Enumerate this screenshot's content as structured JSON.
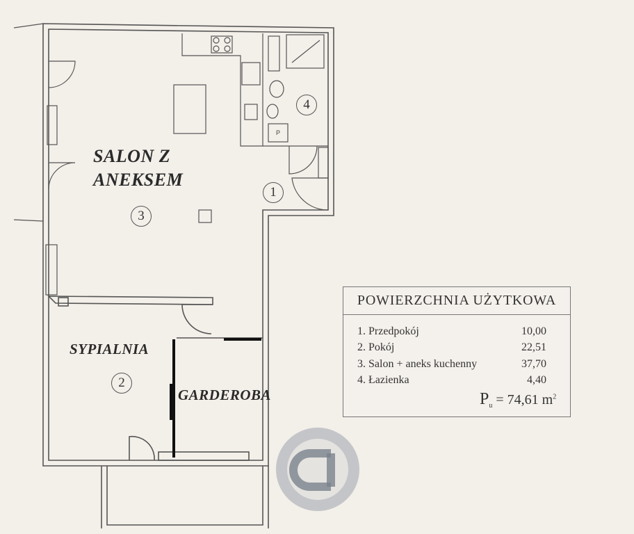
{
  "rooms": {
    "salon_line1": "SALON Z",
    "salon_line2": "ANEKSEM",
    "sypialnia": "SYPIALNIA",
    "garderoba": "GARDEROBA"
  },
  "room_numbers": {
    "przedpokoj": "1",
    "sypialnia": "2",
    "salon": "3",
    "lazienka": "4"
  },
  "area_table": {
    "title": "POWIERZCHNIA UŻYTKOWA",
    "rows": [
      {
        "label": "1. Przedpokój",
        "value": "10,00"
      },
      {
        "label": "2. Pokój",
        "value": "22,51"
      },
      {
        "label": "3. Salon + aneks kuchenny",
        "value": "37,70"
      },
      {
        "label": "4. Łazienka",
        "value": "4,40"
      }
    ],
    "total_symbol": "P",
    "total_subscript": "u",
    "total_value": "= 74,61 m",
    "total_unit_sup": "2"
  },
  "fixture_mark": "P",
  "colors": {
    "background": "#f3efe9",
    "wall": "#555555",
    "wall_fill": "#e9e4dc",
    "bold_wall": "#111111"
  }
}
